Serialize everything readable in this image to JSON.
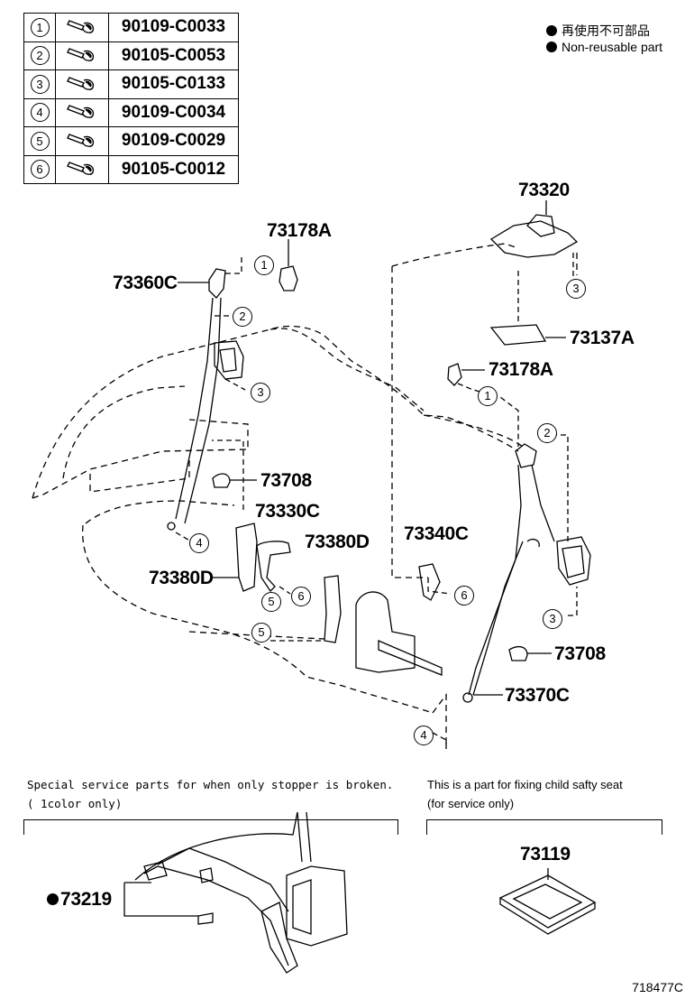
{
  "bolts_table": [
    {
      "index": "1",
      "part": "90109-C0033"
    },
    {
      "index": "2",
      "part": "90105-C0053"
    },
    {
      "index": "3",
      "part": "90105-C0133"
    },
    {
      "index": "4",
      "part": "90109-C0034"
    },
    {
      "index": "5",
      "part": "90109-C0029"
    },
    {
      "index": "6",
      "part": "90105-C0012"
    }
  ],
  "legend": {
    "japanese": "再使用不可部品",
    "english": "Non-reusable part"
  },
  "part_labels": {
    "p73320": "73320",
    "p73178a_left": "73178A",
    "p73360c": "73360C",
    "p73137a": "73137A",
    "p73178a_right": "73178A",
    "p73708_left": "73708",
    "p73330c": "73330C",
    "p73380d_top": "73380D",
    "p73380d_left": "73380D",
    "p73340c": "73340C",
    "p73708_right": "73708",
    "p73370c": "73370C",
    "p73219": "73219",
    "p73119": "73119"
  },
  "callouts": {
    "c1a": "1",
    "c2a": "2",
    "c3a": "3",
    "c4a": "4",
    "c5a": "5",
    "c6a": "6",
    "c5b": "5",
    "c3top": "3",
    "c1b": "1",
    "c2b": "2",
    "c6b": "6",
    "c3b": "3",
    "c4b": "4"
  },
  "notes": {
    "special_line1": "Special service parts for when only stopper is broken.",
    "special_line2": "( 1color only)",
    "child_line1": "This is a part for fixing child safty seat",
    "child_line2": "(for service only)"
  },
  "footer_code": "718477C"
}
